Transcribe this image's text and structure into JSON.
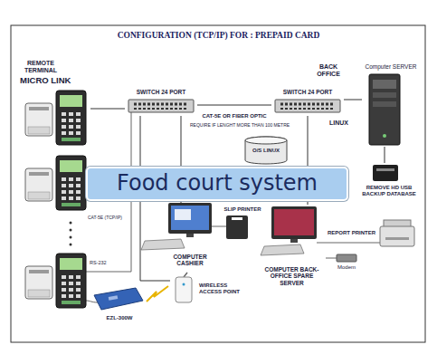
{
  "diagram": {
    "title": "CONFIGURATION (TCP/IP) FOR : PREPAID CARD",
    "nodes": [
      {
        "text": [
          "REMOTE TERMINAL",
          "MICRO LINK"
        ]
      },
      {
        "text": [
          "SWITCH 24 PORT"
        ]
      },
      {
        "text": [
          "SWITCH 24 PORT"
        ]
      },
      {
        "text": [
          "Computer SERVER"
        ]
      },
      {
        "text": [
          "O/S LINUX"
        ]
      },
      {
        "text": [
          "REMOVE HD USB BACKUP DATABASE"
        ]
      },
      {
        "text": [
          "SLIP PRINTER"
        ]
      },
      {
        "text": [
          "COMPUTER CASHIER"
        ]
      },
      {
        "text": [
          "REPORT PRINTER"
        ]
      },
      {
        "text": [
          "Modem"
        ]
      },
      {
        "text": [
          "COMPUTER BACK-OFFICE SPARE SERVER"
        ]
      },
      {
        "text": [
          "WIRELESS ACCESS POINT"
        ]
      },
      {
        "text": [
          "EZL-300W"
        ]
      },
      {
        "text": [
          "Food court system"
        ]
      }
    ],
    "edges": [
      {
        "from": 0,
        "to": 1,
        "arrow": "none"
      },
      {
        "from": 1,
        "to": 2,
        "arrow": "none"
      },
      {
        "from": 2,
        "to": 3,
        "arrow": "none"
      },
      {
        "from": 1,
        "to": 7,
        "arrow": "none"
      },
      {
        "from": 2,
        "to": 10,
        "arrow": "none"
      },
      {
        "from": 3,
        "to": 5,
        "arrow": "none"
      },
      {
        "from": 1,
        "to": 11,
        "arrow": "none"
      }
    ],
    "labels": [
      "BACK OFFICE",
      "LINUX",
      "CAT-5E OR FIBER OPTIC",
      "REQUIRE IF LENGHT MORE THAN 100 METRE",
      "CAT-5E (TCP/IP)",
      "RS-232"
    ]
  }
}
